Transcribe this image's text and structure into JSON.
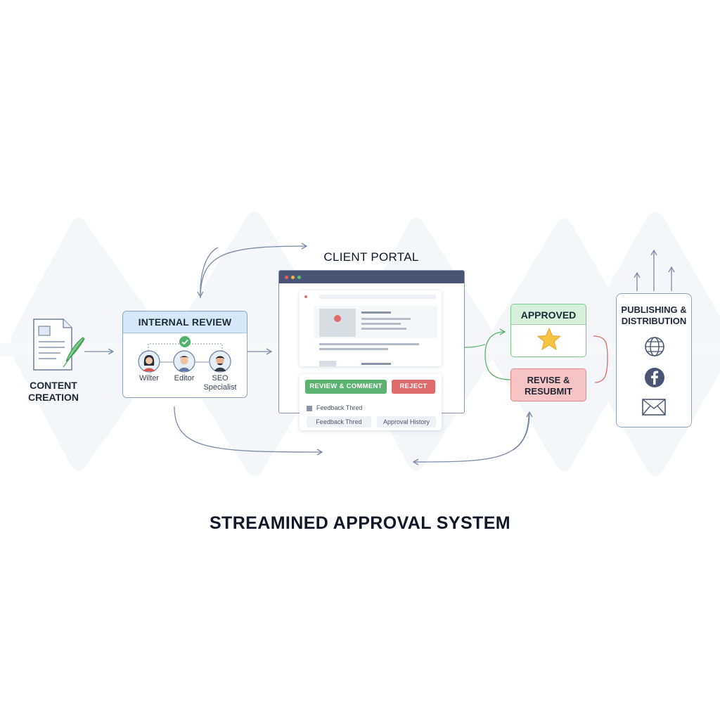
{
  "title": "STREAMINED APPROVAL SYSTEM",
  "content_creation": {
    "label_line1": "CONTENT",
    "label_line2": "CREATION",
    "icon": "document-quill-icon"
  },
  "internal_review": {
    "title": "INTERNAL REVIEW",
    "reviewers": [
      {
        "label": "Wilter",
        "icon": "writer-avatar-icon"
      },
      {
        "label": "Editor",
        "icon": "editor-avatar-icon"
      },
      {
        "label": "SEO Specialist",
        "icon": "seo-specialist-avatar-icon"
      }
    ],
    "approval_icon": "check-circle-icon"
  },
  "client_portal": {
    "title": "CLIENT PORTAL",
    "buttons": {
      "review": "REVIEW & COMMENT",
      "reject": "REJECT"
    },
    "feedback_header": "Feedback Thred",
    "tabs": [
      "Feedback Thred",
      "Approval History"
    ]
  },
  "approved": {
    "label": "APPROVED",
    "icon": "star-icon"
  },
  "revise": {
    "label_line1": "REVISE &",
    "label_line2": "RESUBMIT"
  },
  "publishing": {
    "title_line1": "PUBLISHING &",
    "title_line2": "DISTRIBUTION",
    "channels": [
      "globe-icon",
      "facebook-icon",
      "email-icon"
    ]
  },
  "colors": {
    "connector": "#7b8aa6",
    "green": "#5cb270",
    "red": "#e06b6b",
    "header_blue": "#d6e8f8",
    "browser_bar": "#4a5575",
    "star": "#f5c242",
    "background_shape": "#f3f5f8"
  }
}
